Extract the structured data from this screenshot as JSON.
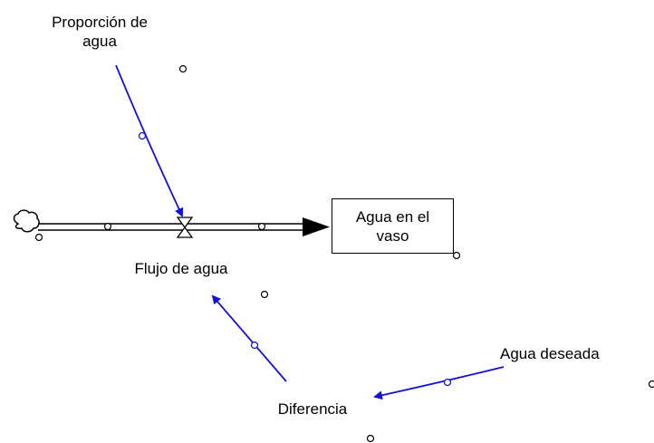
{
  "variables": {
    "proporcion_line1": "Proporción de",
    "proporcion_line2": "agua",
    "flujo": "Flujo de agua",
    "stock_line1": "Agua en el",
    "stock_line2": "vaso",
    "diferencia": "Diferencia",
    "deseada": "Agua deseada"
  },
  "colors": {
    "link": "#1212d8",
    "flow": "#000000",
    "handle": "#000000"
  },
  "icons": {
    "source_cloud": "cloud-icon",
    "valve": "valve-icon"
  }
}
